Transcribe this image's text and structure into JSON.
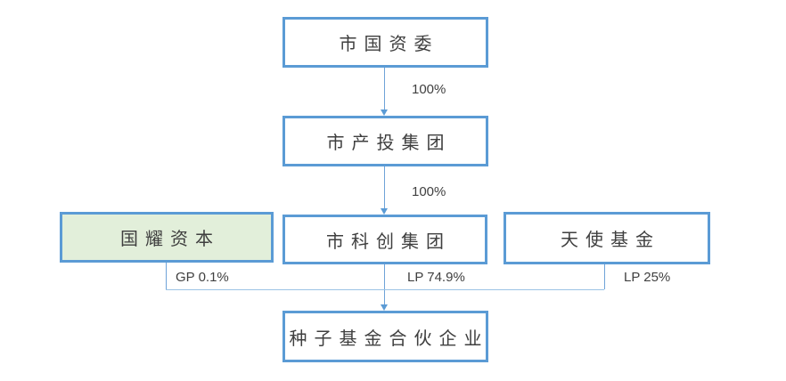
{
  "diagram": {
    "type": "ownership-structure-chart",
    "nodes": {
      "sasac": {
        "label": "市国资委"
      },
      "chantou": {
        "label": "市产投集团"
      },
      "guoyao": {
        "label": "国耀资本"
      },
      "kechuang": {
        "label": "市科创集团"
      },
      "angel_fund": {
        "label": "天使基金"
      },
      "seed_fund": {
        "label": "种子基金合伙企业"
      }
    },
    "edges": {
      "sasac_to_chantou": {
        "label": "100%"
      },
      "chantou_to_kechuang": {
        "label": "100%"
      },
      "guoyao_to_seed": {
        "label": "GP 0.1%"
      },
      "kechuang_to_seed": {
        "label": "LP 74.9%"
      },
      "angel_to_seed": {
        "label": "LP 25%"
      }
    },
    "colors": {
      "box_border": "#5B9BD5",
      "connector_line": "#6FA3D8",
      "green_fill": "#E2EFDA",
      "text": "#3f3f3f",
      "edge_label_text": "#404040",
      "background": "#ffffff"
    }
  }
}
